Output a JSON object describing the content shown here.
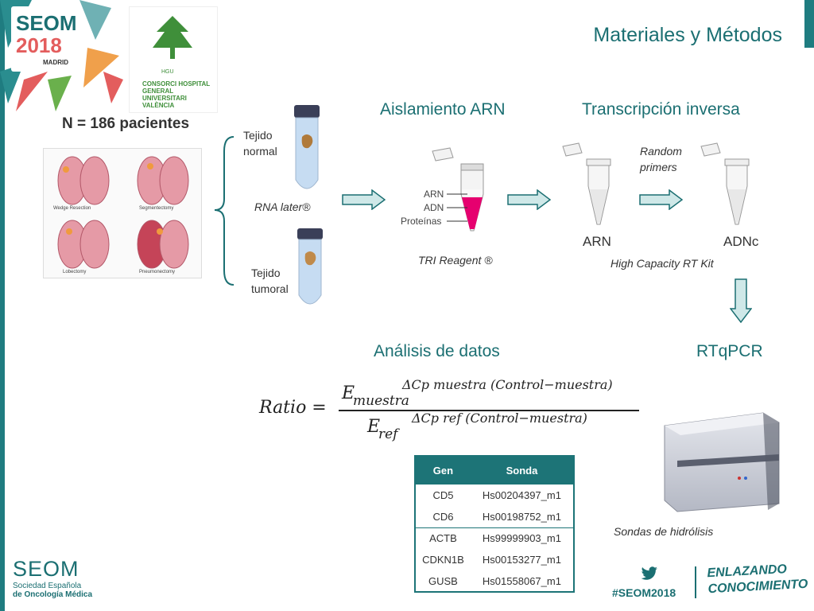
{
  "header": {
    "title": "Materiales y Métodos",
    "seom_logo": {
      "text": "SEOM",
      "year": "2018",
      "city": "MADRID"
    },
    "hospital_logo": {
      "text": "CONSORCI HOSPITAL GENERAL UNIVERSITARI VALÈNCIA",
      "mark": "HGU"
    }
  },
  "patients": {
    "label": "N = 186 pacientes",
    "surgeries": [
      "Wedge Resection",
      "Segmentectomy",
      "Lobectomy",
      "Pneumonectomy"
    ]
  },
  "tissue": {
    "normal": [
      "Tejido",
      "normal"
    ],
    "tumoral": [
      "Tejido",
      "tumoral"
    ],
    "reagent": "RNA later®"
  },
  "isolation": {
    "heading": "Aislamiento ARN",
    "layers": [
      "ARN",
      "ADN",
      "Proteínas"
    ],
    "reagent": "TRI Reagent ®"
  },
  "rt": {
    "heading": "Transcripción inversa",
    "primers": [
      "Random",
      "primers"
    ],
    "arn": "ARN",
    "adnc": "ADNc",
    "kit": "High Capacity RT Kit"
  },
  "analysis": {
    "heading": "Análisis de datos"
  },
  "rtqpcr": {
    "heading": "RTqPCR",
    "caption": "Sondas de hidrólisis"
  },
  "formula": {
    "lhs": "Ratio =",
    "num_base": "E",
    "num_sub": "muestra",
    "num_exp": "ΔCp muestra (Control−muestra)",
    "den_base": "E",
    "den_sub": "ref",
    "den_exp": "ΔCp ref (Control−muestra)"
  },
  "table": {
    "headers": [
      "Gen",
      "Sonda"
    ],
    "rows": [
      [
        "CD5",
        "Hs00204397_m1"
      ],
      [
        "CD6",
        "Hs00198752_m1"
      ],
      [
        "ACTB",
        "Hs99999903_m1"
      ],
      [
        "CDKN1B",
        "Hs00153277_m1"
      ],
      [
        "GUSB",
        "Hs01558067_m1"
      ]
    ]
  },
  "footer": {
    "seom": "SEOM",
    "society": [
      "Sociedad Española",
      "de Oncología Médica"
    ],
    "hashtag": "#SEOM2018",
    "slogan": [
      "ENLAZANDO",
      "CONOCIMIENTO"
    ]
  },
  "colors": {
    "accent": "#1b6f72",
    "sample_red": "#e6006f",
    "tube_blue": "#b9d3ee"
  }
}
